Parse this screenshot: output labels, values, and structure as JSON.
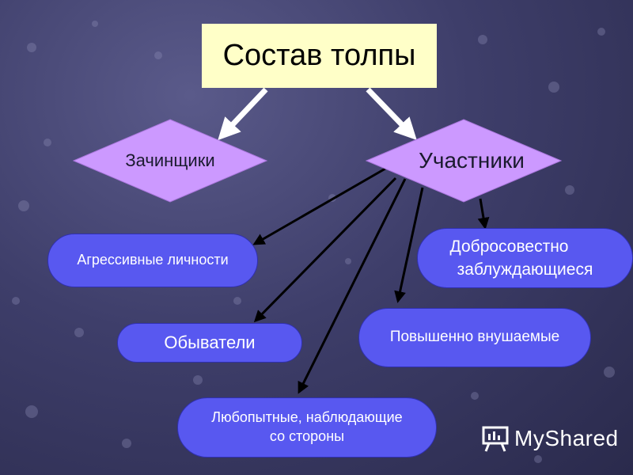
{
  "title": "Состав толпы",
  "categories": {
    "instigators": "Зачинщики",
    "participants": "Участники"
  },
  "participant_types": {
    "aggressive": "Агрессивные личности",
    "deluded_line1": "Добросовестно",
    "deluded_line2": "заблуждающиеся",
    "ordinary": "Обыватели",
    "suggestible": "Повышенно внушаемые",
    "curious_line1": "Любопытные, наблюдающие",
    "curious_line2": "со стороны"
  },
  "watermark": {
    "text": "MyShared",
    "icon": "presentation-board-icon"
  },
  "colors": {
    "title_bg": "#ffffc8",
    "diamond_fill": "#cc99ff",
    "oval_fill": "#5858f0",
    "white_arrow": "#ffffff",
    "black_arrow": "#000000"
  }
}
